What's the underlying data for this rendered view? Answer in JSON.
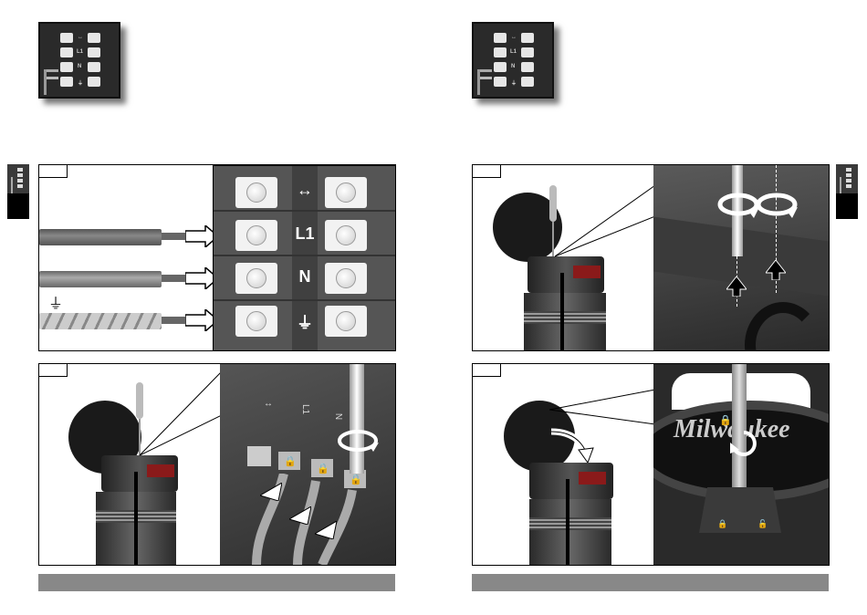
{
  "document": {
    "type": "installation-manual-spread",
    "left_page": {
      "header_thumbnail": {
        "terminal_labels": [
          "↔",
          "L1",
          "N",
          "⏚"
        ]
      },
      "side_tab": {
        "icon": "terminal-block-icon"
      },
      "figure_1": {
        "step_number": "",
        "terminal_block": {
          "rows": [
            {
              "label": "↔",
              "wire": "none"
            },
            {
              "label": "L1",
              "wire": "brown"
            },
            {
              "label": "N",
              "wire": "blue"
            },
            {
              "label": "⏚",
              "wire": "earth"
            }
          ]
        },
        "ground_symbol": "⏚"
      },
      "figure_2": {
        "step_number": "",
        "detail_labels": [
          "↔",
          "L1",
          "N",
          "⏚"
        ],
        "icons": [
          "lock-icon",
          "lock-icon",
          "lock-icon",
          "rotate-icon"
        ]
      },
      "caption": ""
    },
    "right_page": {
      "header_thumbnail": {
        "terminal_labels": [
          "↔",
          "L1",
          "N",
          "⏚"
        ]
      },
      "side_tab": {
        "icon": "terminal-block-icon"
      },
      "figure_3": {
        "step_number": "",
        "icons": [
          "rotate-icon",
          "rotate-icon",
          "arrow-up-icon",
          "arrow-up-icon"
        ]
      },
      "figure_4": {
        "step_number": "",
        "brand": "Milwaukee",
        "icons": [
          "lock-icon",
          "rotate-icon",
          "curved-arrow-icon"
        ]
      },
      "caption": ""
    }
  }
}
